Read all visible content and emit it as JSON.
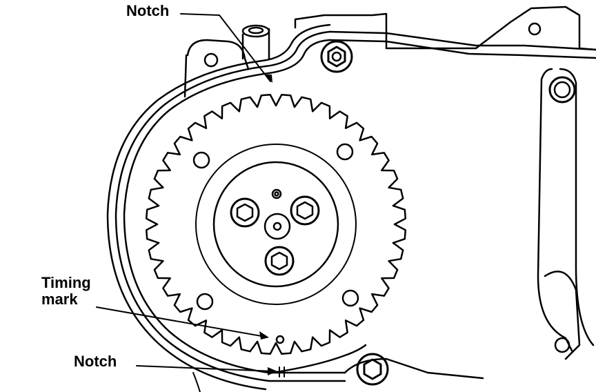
{
  "labels": {
    "notch_top": "Notch",
    "timing_line1": "Timing",
    "timing_line2": "mark",
    "notch_bottom": "Notch"
  },
  "sprocket": {
    "tooth_count": 40
  },
  "colors": {
    "ink": "#000000",
    "paper": "#ffffff"
  }
}
